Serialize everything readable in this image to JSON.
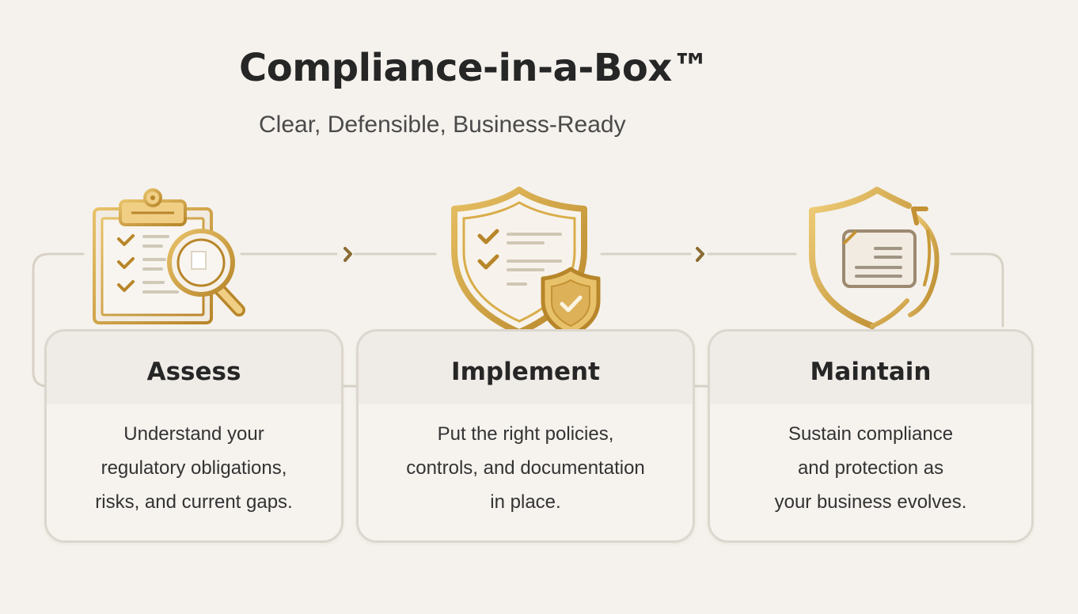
{
  "header": {
    "title": "Compliance-in-a-Box™",
    "subtitle": "Clear, Defensible, Business-Ready"
  },
  "colors": {
    "background": "#f5f2ed",
    "gold": "#c9962e",
    "gold_light": "#ecc877",
    "connector": "#d8d2c6",
    "arrow": "#8a6b33",
    "card_border": "#dcd7ce"
  },
  "steps": [
    {
      "title": "Assess",
      "icon": "clipboard-magnifier-icon",
      "description_lines": [
        "Understand your",
        "regulatory obligations,",
        "risks, and current gaps."
      ]
    },
    {
      "title": "Implement",
      "icon": "shield-checklist-icon",
      "description_lines": [
        "Put the right policies,",
        "controls, and documentation",
        "in place."
      ]
    },
    {
      "title": "Maintain",
      "icon": "shield-document-cycle-icon",
      "description_lines": [
        "Sustain compliance",
        "and protection as",
        "your business evolves."
      ]
    }
  ],
  "arrows": [
    "chevron-right-icon",
    "chevron-right-icon"
  ]
}
